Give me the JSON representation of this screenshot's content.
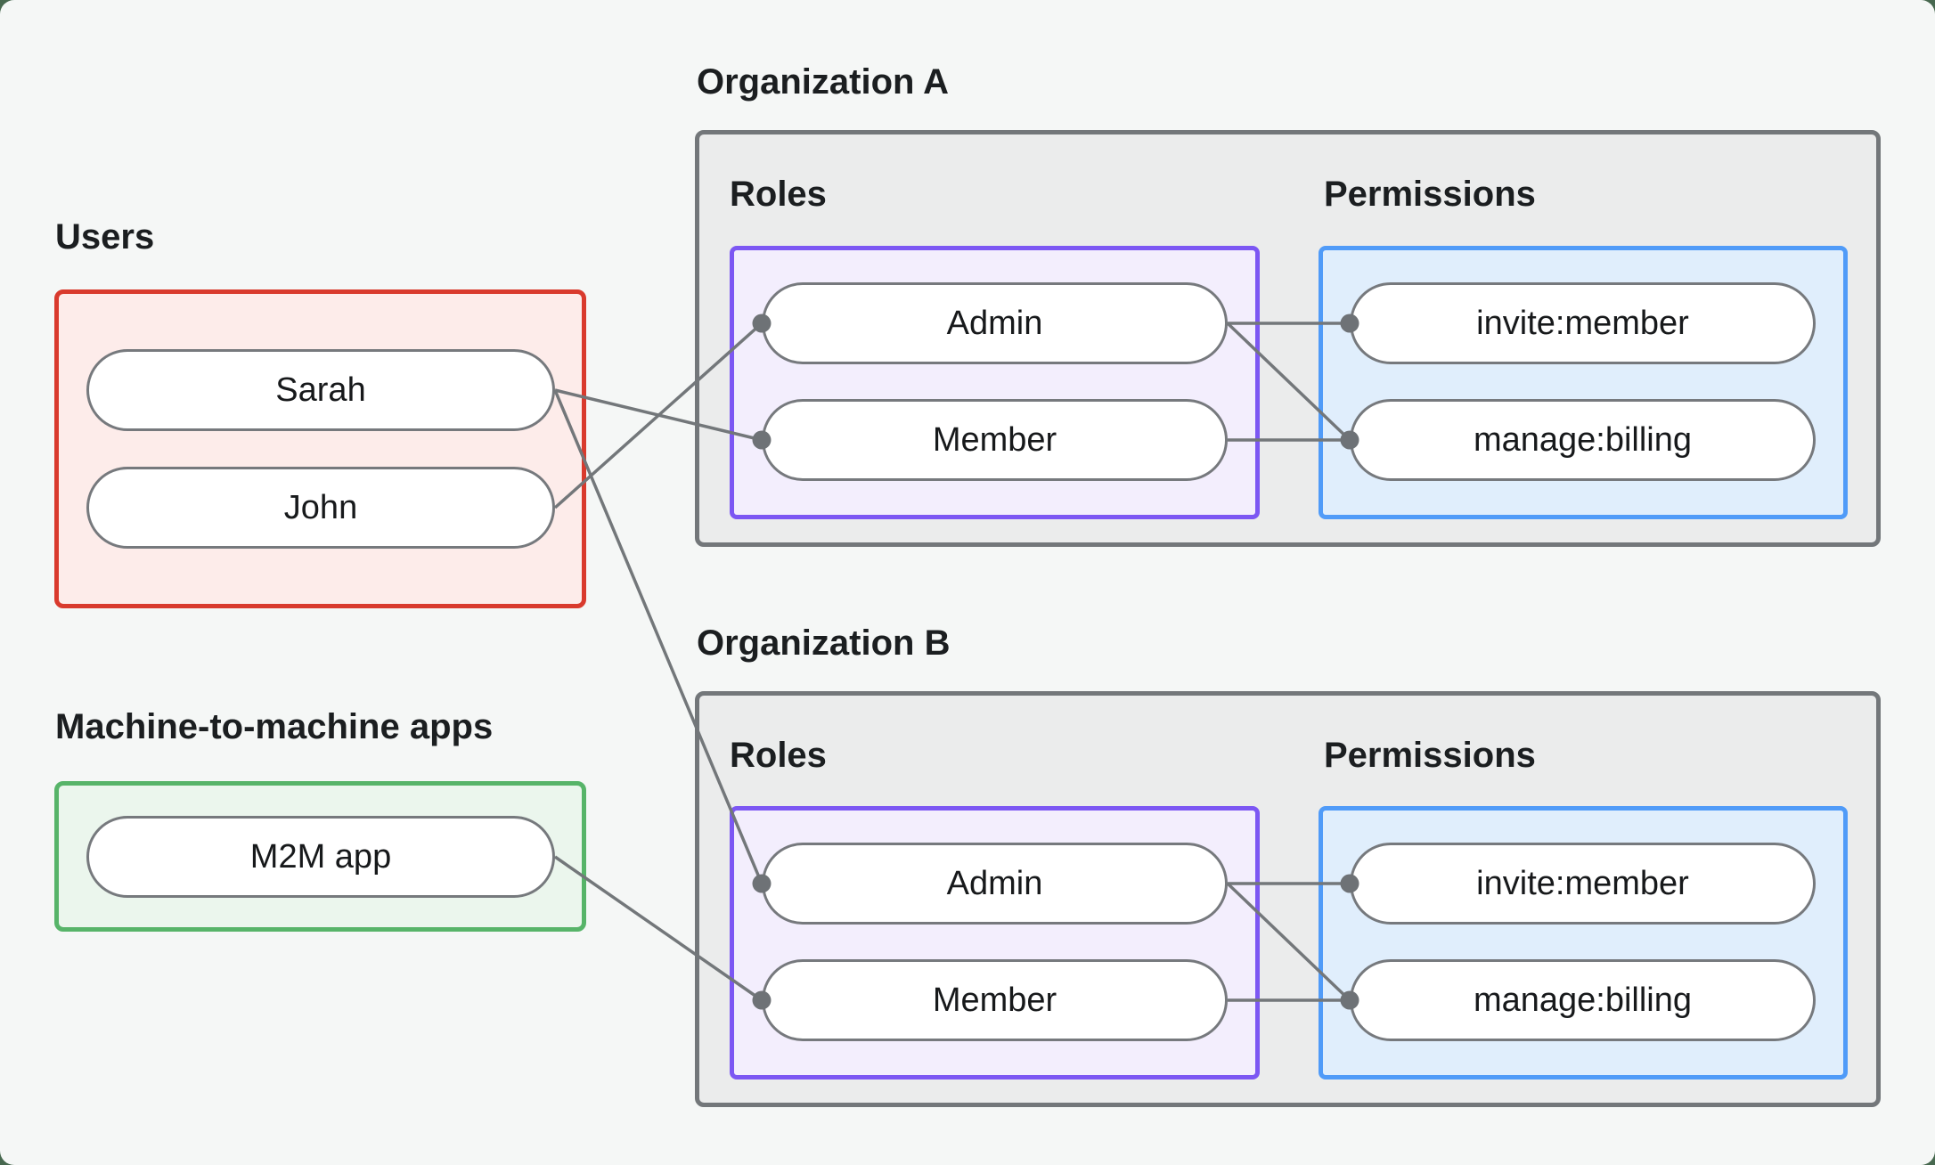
{
  "page": {
    "type": "authorization-model-diagram",
    "outer_background": "#47684f",
    "panel_background": "#f5f7f6",
    "connector_color": "#73777a",
    "text_color": "#1b1e20"
  },
  "users_section": {
    "label": "Users",
    "box_border": "#d93a2d",
    "box_fill": "#fdecea",
    "items": [
      {
        "label": "Sarah"
      },
      {
        "label": "John"
      }
    ]
  },
  "m2m_section": {
    "label": "Machine-to-machine apps",
    "box_border": "#57b469",
    "box_fill": "#ebf6ed",
    "items": [
      {
        "label": "M2M app"
      }
    ]
  },
  "organizations": [
    {
      "label": "Organization A",
      "roles": {
        "label": "Roles",
        "box_border": "#7c57f3",
        "box_fill": "#f3eefd",
        "items": [
          {
            "label": "Admin"
          },
          {
            "label": "Member"
          }
        ]
      },
      "permissions": {
        "label": "Permissions",
        "box_border": "#509bf8",
        "box_fill": "#e0eefc",
        "items": [
          {
            "label": "invite:member"
          },
          {
            "label": "manage:billing"
          }
        ]
      }
    },
    {
      "label": "Organization B",
      "roles": {
        "label": "Roles",
        "box_border": "#7c57f3",
        "box_fill": "#f3eefd",
        "items": [
          {
            "label": "Admin"
          },
          {
            "label": "Member"
          }
        ]
      },
      "permissions": {
        "label": "Permissions",
        "box_border": "#509bf8",
        "box_fill": "#e0eefc",
        "items": [
          {
            "label": "invite:member"
          },
          {
            "label": "manage:billing"
          }
        ]
      }
    }
  ],
  "connections": [
    {
      "from": "Sarah",
      "to": "Organization A / Member"
    },
    {
      "from": "John",
      "to": "Organization A / Admin"
    },
    {
      "from": "Sarah",
      "to": "Organization B / Admin"
    },
    {
      "from": "M2M app",
      "to": "Organization B / Member"
    },
    {
      "from": "Organization A / Admin",
      "to": "Organization A / invite:member"
    },
    {
      "from": "Organization A / Admin",
      "to": "Organization A / manage:billing"
    },
    {
      "from": "Organization A / Member",
      "to": "Organization A / manage:billing"
    },
    {
      "from": "Organization B / Admin",
      "to": "Organization B / invite:member"
    },
    {
      "from": "Organization B / Admin",
      "to": "Organization B / manage:billing"
    },
    {
      "from": "Organization B / Member",
      "to": "Organization B / manage:billing"
    }
  ]
}
